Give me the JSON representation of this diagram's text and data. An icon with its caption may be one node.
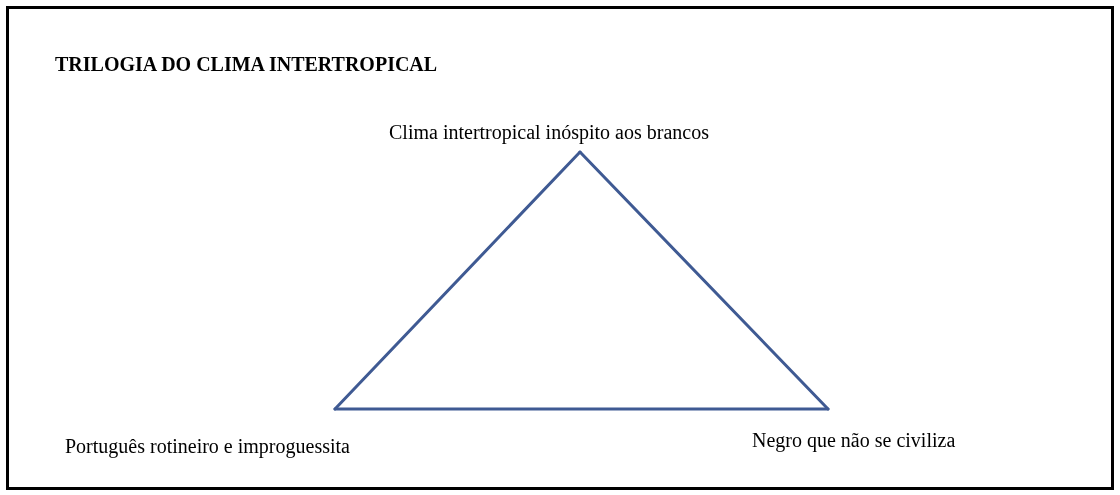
{
  "diagram": {
    "title": "TRILOGIA DO CLIMA INTERTROPICAL",
    "nodes": [
      {
        "text": [
          "Clima intertropical inóspito aos brancos"
        ]
      },
      {
        "text": [
          "Português rotineiro e improguessita"
        ]
      },
      {
        "text": [
          "Negro que não se civiliza"
        ]
      }
    ],
    "edges": [
      {
        "from": 0,
        "to": 1,
        "arrow": "none"
      },
      {
        "from": 1,
        "to": 2,
        "arrow": "none"
      },
      {
        "from": 2,
        "to": 0,
        "arrow": "none"
      }
    ]
  }
}
